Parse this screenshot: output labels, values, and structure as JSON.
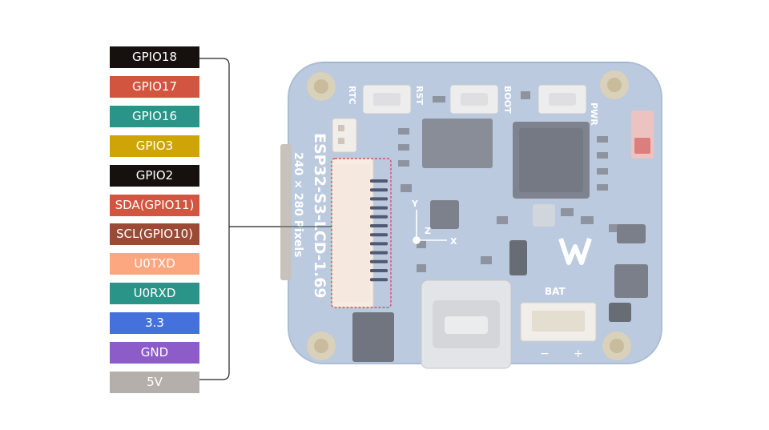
{
  "pins": [
    {
      "label": "GPIO18",
      "color": "#16110f"
    },
    {
      "label": "GPIO17",
      "color": "#d2553f"
    },
    {
      "label": "GPIO16",
      "color": "#2b9488"
    },
    {
      "label": "GPIO3",
      "color": "#cea407"
    },
    {
      "label": "GPIO2",
      "color": "#16110f"
    },
    {
      "label": "SDA(GPIO11)",
      "color": "#d2553f"
    },
    {
      "label": "SCL(GPIO10)",
      "color": "#9b4a35"
    },
    {
      "label": "U0TXD",
      "color": "#fca77f"
    },
    {
      "label": "U0RXD",
      "color": "#2b9488"
    },
    {
      "label": "3.3",
      "color": "#4471dc"
    },
    {
      "label": "GND",
      "color": "#8d5cc9"
    },
    {
      "label": "5V",
      "color": "#b4afaa"
    }
  ],
  "board": {
    "name": "ESP32-S3-LCD-1.69",
    "resolution": "240 × 280 Pixels",
    "buttons": [
      "RTC",
      "RST",
      "BOOT"
    ],
    "pwr_label": "PWR",
    "bat_label": "BAT",
    "axis_x": "X",
    "axis_y": "Y",
    "axis_z": "Z",
    "bat_plus": "+",
    "bat_minus": "−",
    "colors": {
      "pcb": "#9fb3cf",
      "pcb_edge": "#8ea4c4",
      "chip": "#5a5f69",
      "connector": "#f3e2d6",
      "mount": "#d8c8a3"
    }
  }
}
